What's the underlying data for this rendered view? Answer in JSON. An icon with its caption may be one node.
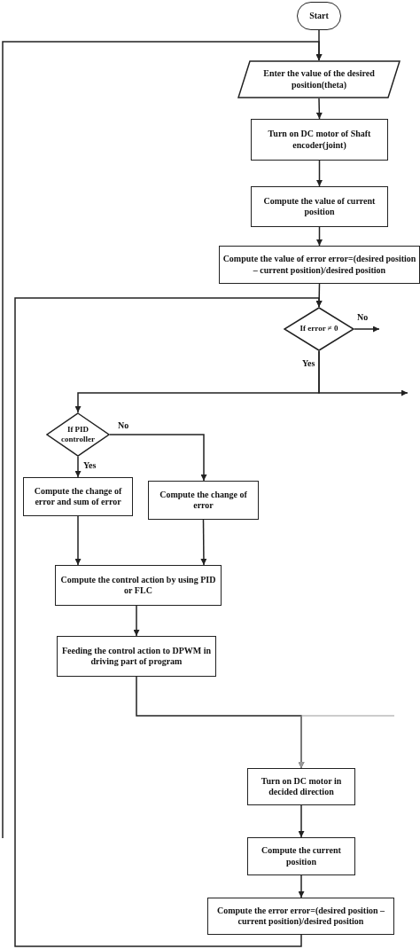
{
  "diagram": {
    "nodes": [
      {
        "text": [
          "Start"
        ]
      },
      {
        "text": [
          "Enter the value of the desired position(theta)"
        ]
      },
      {
        "text": [
          "Turn on DC motor of Shaft encoder(joint)"
        ]
      },
      {
        "text": [
          "Compute the value of current position"
        ]
      },
      {
        "text": [
          "Compute the value of error error=(desired position – current position)/desired position"
        ]
      },
      {
        "text": [
          "If error ≠ 0"
        ]
      },
      {
        "text": [
          "If PID controller"
        ]
      },
      {
        "text": [
          "Compute  the change of error and sum of error"
        ]
      },
      {
        "text": [
          "Compute the change of error"
        ]
      },
      {
        "text": [
          "Compute the control action by using PID or FLC"
        ]
      },
      {
        "text": [
          "Feeding the control action to DPWM in driving part of program"
        ]
      },
      {
        "text": [
          "Turn on DC motor in decided direction"
        ]
      },
      {
        "text": [
          "Compute the current position"
        ]
      },
      {
        "text": [
          "Compute the error error=(desired position – current position)/desired position"
        ]
      }
    ],
    "edges": [
      {
        "from": 0,
        "to": 1,
        "arrow": "to"
      },
      {
        "from": null,
        "to": 1,
        "arrow": "to"
      },
      {
        "from": 1,
        "to": 2,
        "arrow": "to"
      },
      {
        "from": 2,
        "to": 3,
        "arrow": "to"
      },
      {
        "from": 3,
        "to": 4,
        "arrow": "to"
      },
      {
        "from": 4,
        "to": 5,
        "arrow": "to"
      },
      {
        "from": 5,
        "to": null,
        "arrow": "to",
        "label": "No"
      },
      {
        "from": 5,
        "to": 6,
        "arrow": "to",
        "label": "Yes"
      },
      {
        "from": 5,
        "to": null,
        "arrow": "to"
      },
      {
        "from": 6,
        "to": 7,
        "arrow": "to",
        "label": "Yes"
      },
      {
        "from": 6,
        "to": 8,
        "arrow": "to",
        "label": "No"
      },
      {
        "from": 7,
        "to": 9,
        "arrow": "to"
      },
      {
        "from": 8,
        "to": 9,
        "arrow": "to"
      },
      {
        "from": 9,
        "to": 10,
        "arrow": "to"
      },
      {
        "from": 10,
        "to": 11,
        "arrow": "to"
      },
      {
        "from": null,
        "to": 11,
        "arrow": "to",
        "color": "#999999"
      },
      {
        "from": 11,
        "to": 12,
        "arrow": "to"
      },
      {
        "from": 12,
        "to": 13,
        "arrow": "to"
      },
      {
        "from": 13,
        "to": 5,
        "arrow": "to"
      }
    ]
  }
}
